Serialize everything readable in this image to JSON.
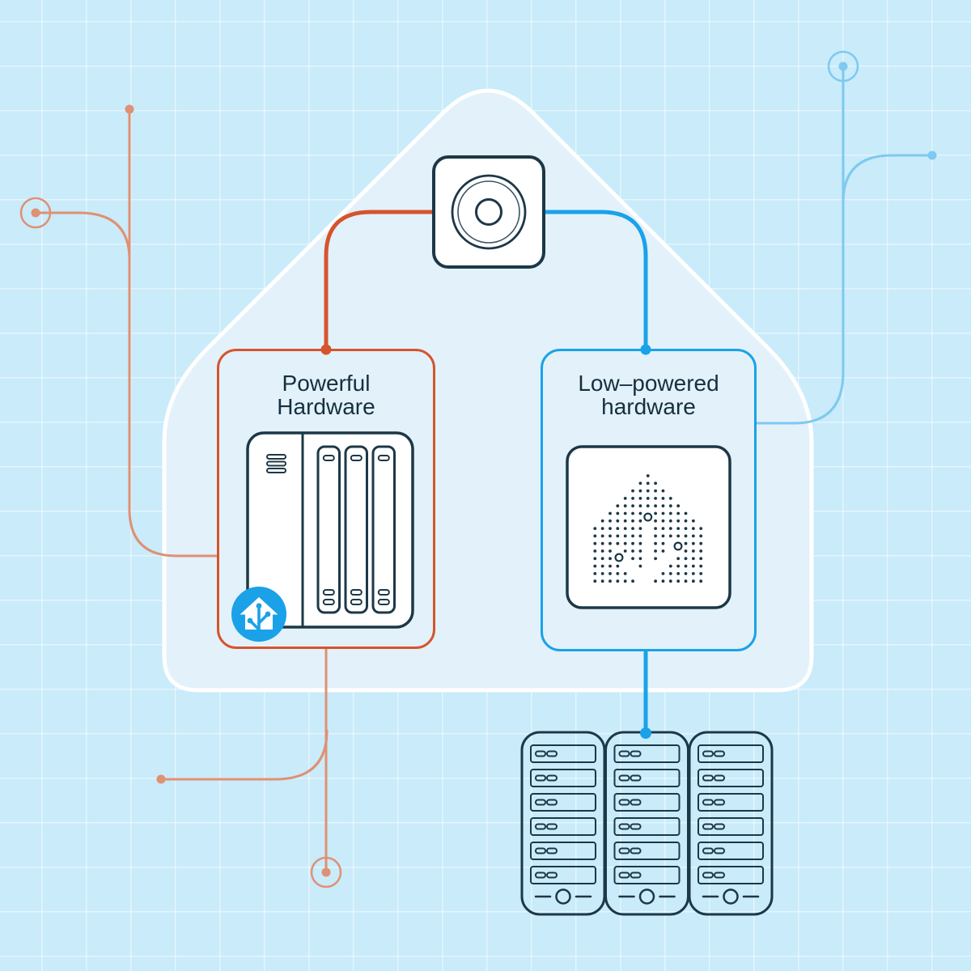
{
  "cards": {
    "powerful": {
      "title": "Powerful Hardware",
      "accent_color": "#D4552D"
    },
    "low_power": {
      "title": "Low–powered hardware",
      "accent_color": "#1AA2E9"
    }
  },
  "devices": {
    "speaker": {
      "icon": "smart-speaker-icon"
    },
    "nas": {
      "icon": "nas-enclosure-icon",
      "drive_bays": 3,
      "vent_slots": 3,
      "badge_icon": "home-assistant-logo-icon"
    },
    "dot_matrix_house": {
      "icon": "dot-matrix-house-icon",
      "node_rings": 3
    },
    "server_racks": {
      "icon": "server-rack-icon",
      "count": 3,
      "slots_per_rack": 6
    }
  },
  "colors": {
    "background": "#C9EBFA",
    "house_fill": "#E3F1FA",
    "outline_navy": "#1C3847",
    "orange": "#D4552D",
    "salmon": "#E09073",
    "blue": "#1AA2E9",
    "light_blue": "#7EC9F0",
    "badge_blue": "#1BA1E8",
    "white": "#FFFFFF"
  }
}
